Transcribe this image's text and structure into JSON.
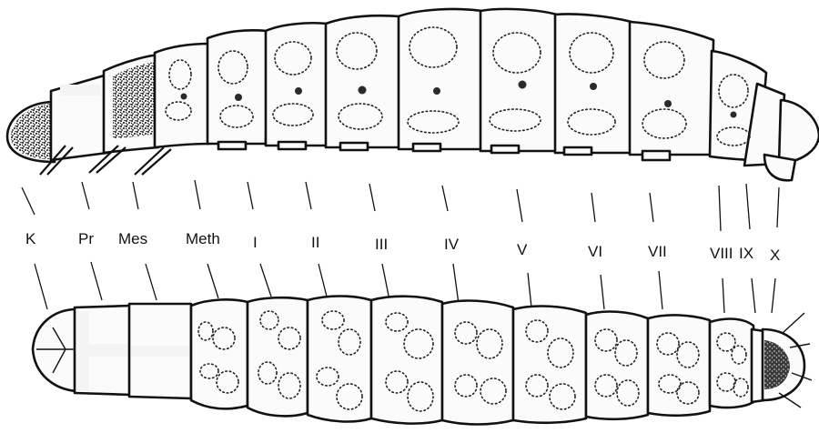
{
  "figure": {
    "labels": [
      "K",
      "Pr",
      "Mes",
      "Meth",
      "I",
      "II",
      "III",
      "IV",
      "V",
      "VI",
      "VII",
      "VIII",
      "IX",
      "X"
    ]
  }
}
